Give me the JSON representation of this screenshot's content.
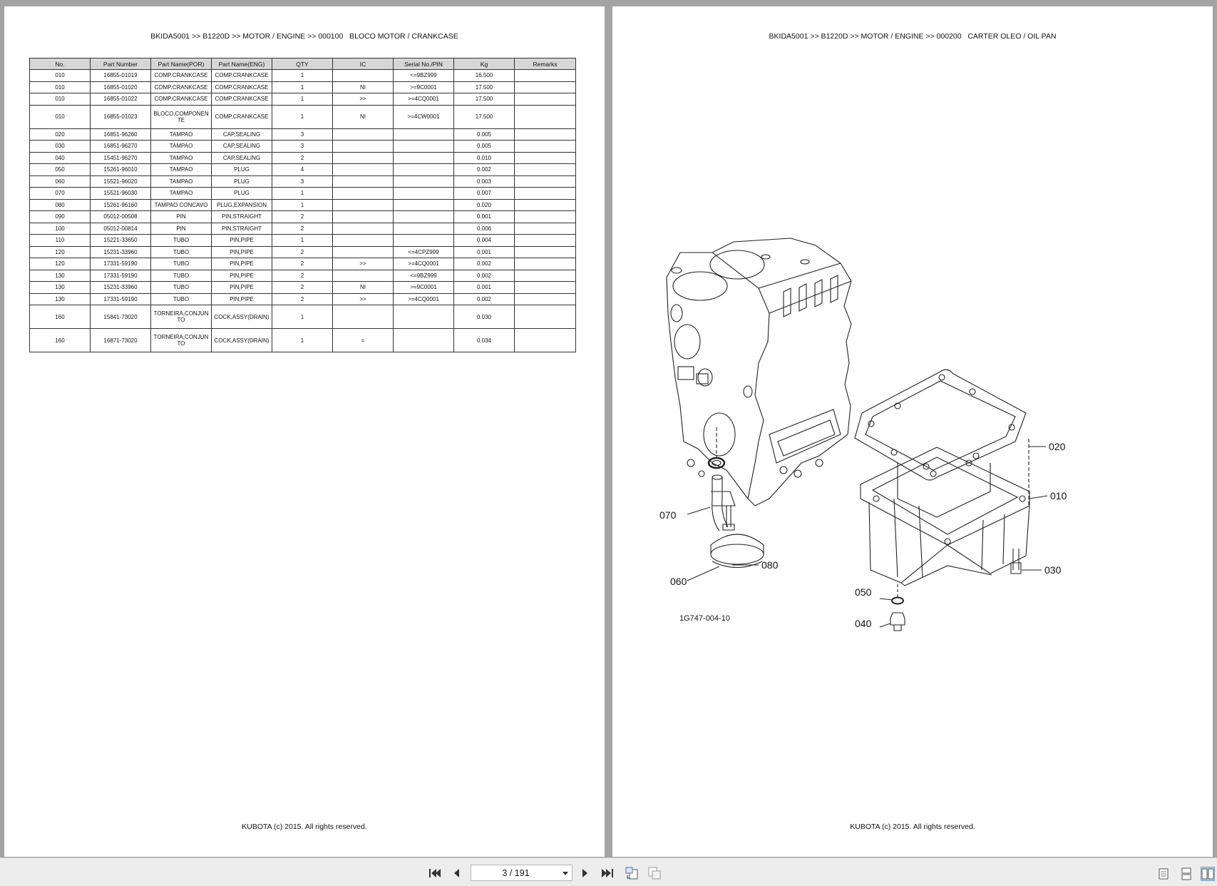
{
  "left_page": {
    "header": "BKIDA5001 >> B1220D >> MOTOR / ENGINE >> 000100   BLOCO MOTOR / CRANKCASE",
    "footer": "KUBOTA (c) 2015. All rights reserved.",
    "table": {
      "columns": [
        "No.",
        "Part Number",
        "Part Name(POR)",
        "Part Name(ENG)",
        "QTY",
        "IC",
        "Serial No./PIN",
        "Kg",
        "Remarks"
      ],
      "rows": [
        [
          "010",
          "16855-01019",
          "COMP.CRANKCASE",
          "COMP.CRANKCASE",
          "1",
          "",
          "<=9BZ999",
          "16.500",
          ""
        ],
        [
          "010",
          "16855-01020",
          "COMP.CRANKCASE",
          "COMP.CRANKCASE",
          "1",
          "NI",
          ">=9C0001",
          "17.500",
          ""
        ],
        [
          "010",
          "16855-01022",
          "COMP.CRANKCASE",
          "COMP.CRANKCASE",
          "1",
          ">>",
          ">=4CQ0001",
          "17.500",
          ""
        ],
        [
          "010",
          "16855-01023",
          "BLOCO,COMPONEN TE",
          "COMP.CRANKCASE",
          "1",
          "NI",
          ">=4CW0001",
          "17.500",
          ""
        ],
        [
          "020",
          "16851-96260",
          "TAMPAO",
          "CAP,SEALING",
          "3",
          "",
          "",
          "0.005",
          ""
        ],
        [
          "030",
          "16851-96270",
          "TAMPAO",
          "CAP,SEALING",
          "3",
          "",
          "",
          "0.005",
          ""
        ],
        [
          "040",
          "15451-96270",
          "TAMPAO",
          "CAP,SEALING",
          "2",
          "",
          "",
          "0.010",
          ""
        ],
        [
          "050",
          "15261-96010",
          "TAMPAO",
          "PLUG",
          "4",
          "",
          "",
          "0.002",
          ""
        ],
        [
          "060",
          "15521-96020",
          "TAMPAO",
          "PLUG",
          "3",
          "",
          "",
          "0.003",
          ""
        ],
        [
          "070",
          "15521-96030",
          "TAMPAO",
          "PLUG",
          "1",
          "",
          "",
          "0.007",
          ""
        ],
        [
          "080",
          "15261-96160",
          "TAMPAO CONCAVO",
          "PLUG,EXPANSION",
          "1",
          "",
          "",
          "0.020",
          ""
        ],
        [
          "090",
          "05012-00508",
          "PIN",
          "PIN,STRAIGHT",
          "2",
          "",
          "",
          "0.001",
          ""
        ],
        [
          "100",
          "05012-00814",
          "PIN",
          "PIN,STRAIGHT",
          "2",
          "",
          "",
          "0.006",
          ""
        ],
        [
          "110",
          "15221-33650",
          "TUBO",
          "PIN,PIPE",
          "1",
          "",
          "",
          "0.004",
          ""
        ],
        [
          "120",
          "15231-33960",
          "TUBO",
          "PIN,PIPE",
          "2",
          "",
          "<=4CPZ999",
          "0.001",
          ""
        ],
        [
          "120",
          "17331-59190",
          "TUBO",
          "PIN,PIPE",
          "2",
          ">>",
          ">=4CQ0001",
          "0.002",
          ""
        ],
        [
          "130",
          "17331-59190",
          "TUBO",
          "PIN,PIPE",
          "2",
          "",
          "<=9BZ999",
          "0.002",
          ""
        ],
        [
          "130",
          "15231-33960",
          "TUBO",
          "PIN,PIPE",
          "2",
          "NI",
          ">=9C0001",
          "0.001",
          ""
        ],
        [
          "130",
          "17331-59190",
          "TUBO",
          "PIN,PIPE",
          "2",
          ">>",
          ">=4CQ0001",
          "0.002",
          ""
        ],
        [
          "160",
          "15841-73020",
          "TORNEIRA,CONJUN TO",
          "COCK,ASSY(DRAIN)",
          "1",
          "",
          "",
          "0.030",
          ""
        ],
        [
          "160",
          "16871-73020",
          "TORNEIRA,CONJUN TO",
          "COCK,ASSY(DRAIN)",
          "1",
          "=",
          "",
          "0.034",
          ""
        ]
      ]
    }
  },
  "right_page": {
    "header": "BKIDA5001 >> B1220D >> MOTOR / ENGINE >> 000200   CARTER OLEO / OIL PAN",
    "footer": "KUBOTA (c) 2015. All rights reserved.",
    "diagram": {
      "callouts": [
        "020",
        "010",
        "030",
        "070",
        "080",
        "060",
        "050",
        "040"
      ],
      "figure_id": "1G747-004-10"
    }
  },
  "toolbar": {
    "page_indicator": "3 / 191",
    "icons": [
      "first-page-icon",
      "prev-page-icon",
      "next-page-icon",
      "last-page-icon",
      "rotate-icon",
      "fit-icon",
      "single-page-view-icon",
      "continuous-view-icon",
      "facing-pages-view-icon"
    ]
  }
}
